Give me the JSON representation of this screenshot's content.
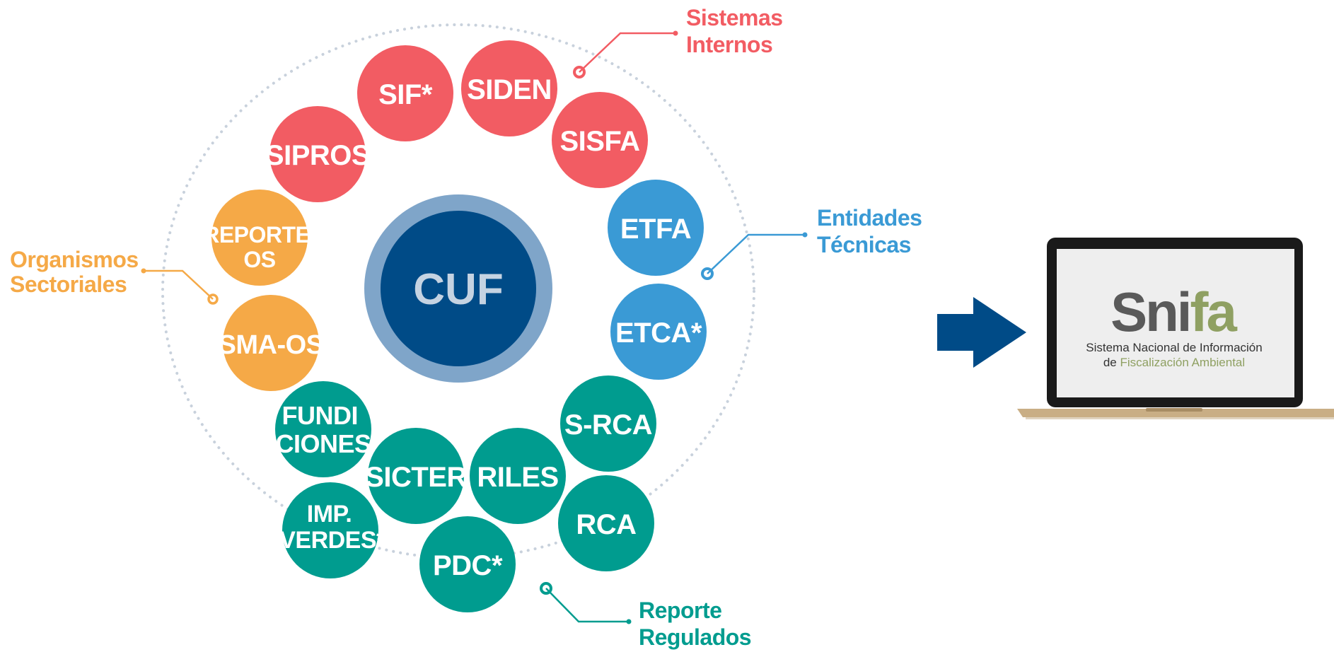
{
  "colors": {
    "red": "#F25C63",
    "orange": "#F5A947",
    "blue": "#3A9AD5",
    "teal": "#009C8F",
    "navy": "#004B87",
    "cuf_ring": "#7FA5C9",
    "cuf_text": "#C5D3E2",
    "dotted_ring": "#C8D1DC",
    "snifa_dark": "#5A5A5A",
    "snifa_green": "#8FA062"
  },
  "center": {
    "label": "CUF"
  },
  "groups": {
    "sistemas_internos": {
      "lines": [
        "Sistemas",
        "Internos"
      ]
    },
    "entidades_tecnicas": {
      "lines": [
        "Entidades",
        "Técnicas"
      ]
    },
    "organismos_sectoriales": {
      "lines": [
        "Organismos",
        "Sectoriales"
      ]
    },
    "reporte_regulados": {
      "lines": [
        "Reporte",
        "Regulados"
      ]
    }
  },
  "nodes": {
    "sif": {
      "lines": [
        "SIF*"
      ]
    },
    "siden": {
      "lines": [
        "SIDEN"
      ]
    },
    "sisfa": {
      "lines": [
        "SISFA"
      ]
    },
    "sipros": {
      "lines": [
        "SIPROS"
      ]
    },
    "etfa": {
      "lines": [
        "ETFA"
      ]
    },
    "etca": {
      "lines": [
        "ETCA*"
      ]
    },
    "reporteos": {
      "lines": [
        "REPORTE",
        "OS"
      ]
    },
    "smaos": {
      "lines": [
        "SMA-OS"
      ]
    },
    "fundiciones": {
      "lines": [
        "FUNDI",
        "CIONES"
      ]
    },
    "srca": {
      "lines": [
        "S-RCA"
      ]
    },
    "sicter": {
      "lines": [
        "SICTER"
      ]
    },
    "riles": {
      "lines": [
        "RILES"
      ]
    },
    "imp": {
      "lines": [
        "IMP.",
        "VERDES*"
      ]
    },
    "rca": {
      "lines": [
        "RCA"
      ]
    },
    "pdc": {
      "lines": [
        "PDC*"
      ]
    }
  },
  "snifa": {
    "logo_dark": "Sni",
    "logo_green": "fa",
    "subtitle_line1": "Sistema Nacional de Información",
    "subtitle_line2_prefix": "de ",
    "subtitle_line2_green": "Fiscalización Ambiental"
  }
}
